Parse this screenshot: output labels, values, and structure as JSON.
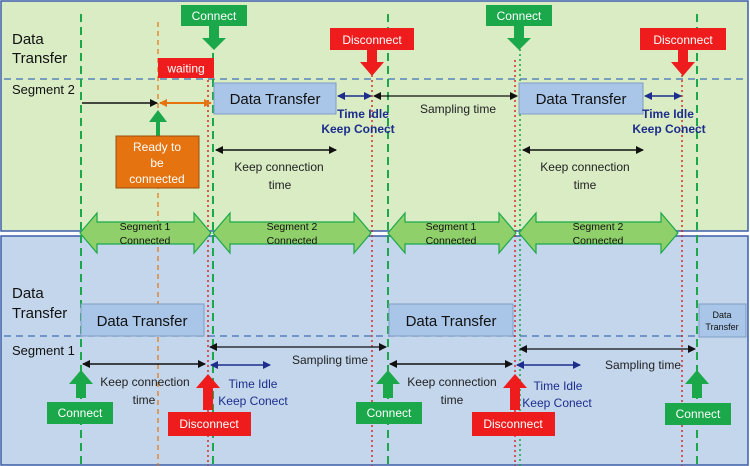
{
  "top_panel": {
    "title_line1": "Data",
    "title_line2": "Transfer",
    "segment_label": "Segment 2",
    "waiting_label": "waiting",
    "ready_label_1": "Ready to",
    "ready_label_2": "be",
    "ready_label_3": "connected",
    "connect_label": "Connect",
    "disconnect_label": "Disconnect",
    "data_transfer_label": "Data Transfer",
    "sampling_time_label": "Sampling time",
    "time_idle_label": "Time Idle",
    "keep_conect_label": "Keep Conect",
    "keep_connection_1": "Keep  connection",
    "keep_connection_2": "time"
  },
  "middle_row": {
    "seg1_line1": "Segment 1",
    "seg1_line2": "Connected",
    "seg2_line1": "Segment 2",
    "seg2_line2": "Connected"
  },
  "bottom_panel": {
    "title_line1": "Data",
    "title_line2": "Transfer",
    "segment_label": "Segment 1",
    "data_transfer_label": "Data Transfer",
    "small_dt_1": "Data",
    "small_dt_2": "Transfer",
    "sampling_time_label": "Sampling time",
    "keep_connection_1": "Keep  connection",
    "keep_connection_2": "time",
    "time_idle_label": "Time Idle",
    "keep_conect_label": "Keep Conect",
    "connect_label": "Connect",
    "disconnect_label": "Disconnect"
  },
  "colors": {
    "top_bg": "#d9ecc4",
    "bottom_bg": "#c4d6ec",
    "connect": "#1aa84a",
    "disconnect": "#ee1c1c",
    "ready": "#e5730f",
    "box_blue": "#a9c6e8",
    "navy": "#1c2d8c"
  }
}
